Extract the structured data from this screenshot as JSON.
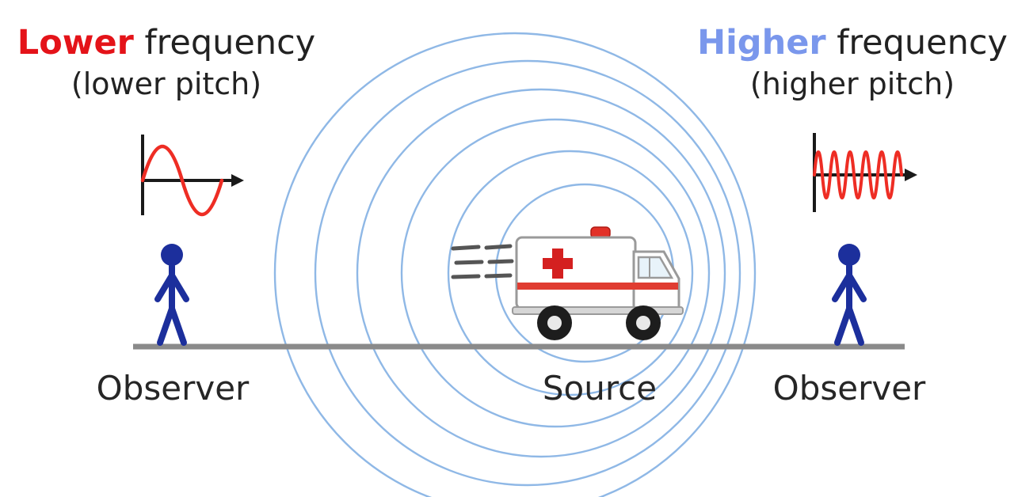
{
  "headings": {
    "left": {
      "word": "Lower",
      "rest": "frequency",
      "sub": "(lower pitch)"
    },
    "right": {
      "word": "Higher",
      "rest": "frequency",
      "sub": "(higher pitch)"
    }
  },
  "captions": {
    "observer_left": "Observer",
    "source": "Source",
    "observer_right": "Observer"
  },
  "colors": {
    "lower_highlight_red": "#e41319",
    "higher_highlight_blue": "#7a97ec",
    "body_text": "#222222",
    "wavefront_blue": "#8fb8e6",
    "waveform_red": "#ee2d24",
    "figure_navy": "#1c2f9c",
    "ground_gray": "#8a8a8a",
    "ambulance_stripe_red": "#e03c31"
  },
  "icons": {
    "left_wave": "low-frequency-wave-icon",
    "right_wave": "high-frequency-wave-icon",
    "wavefronts": "sound-wavefront-circles",
    "source_vehicle": "ambulance-icon",
    "observer_figures": "person-stick-figure-icon"
  }
}
